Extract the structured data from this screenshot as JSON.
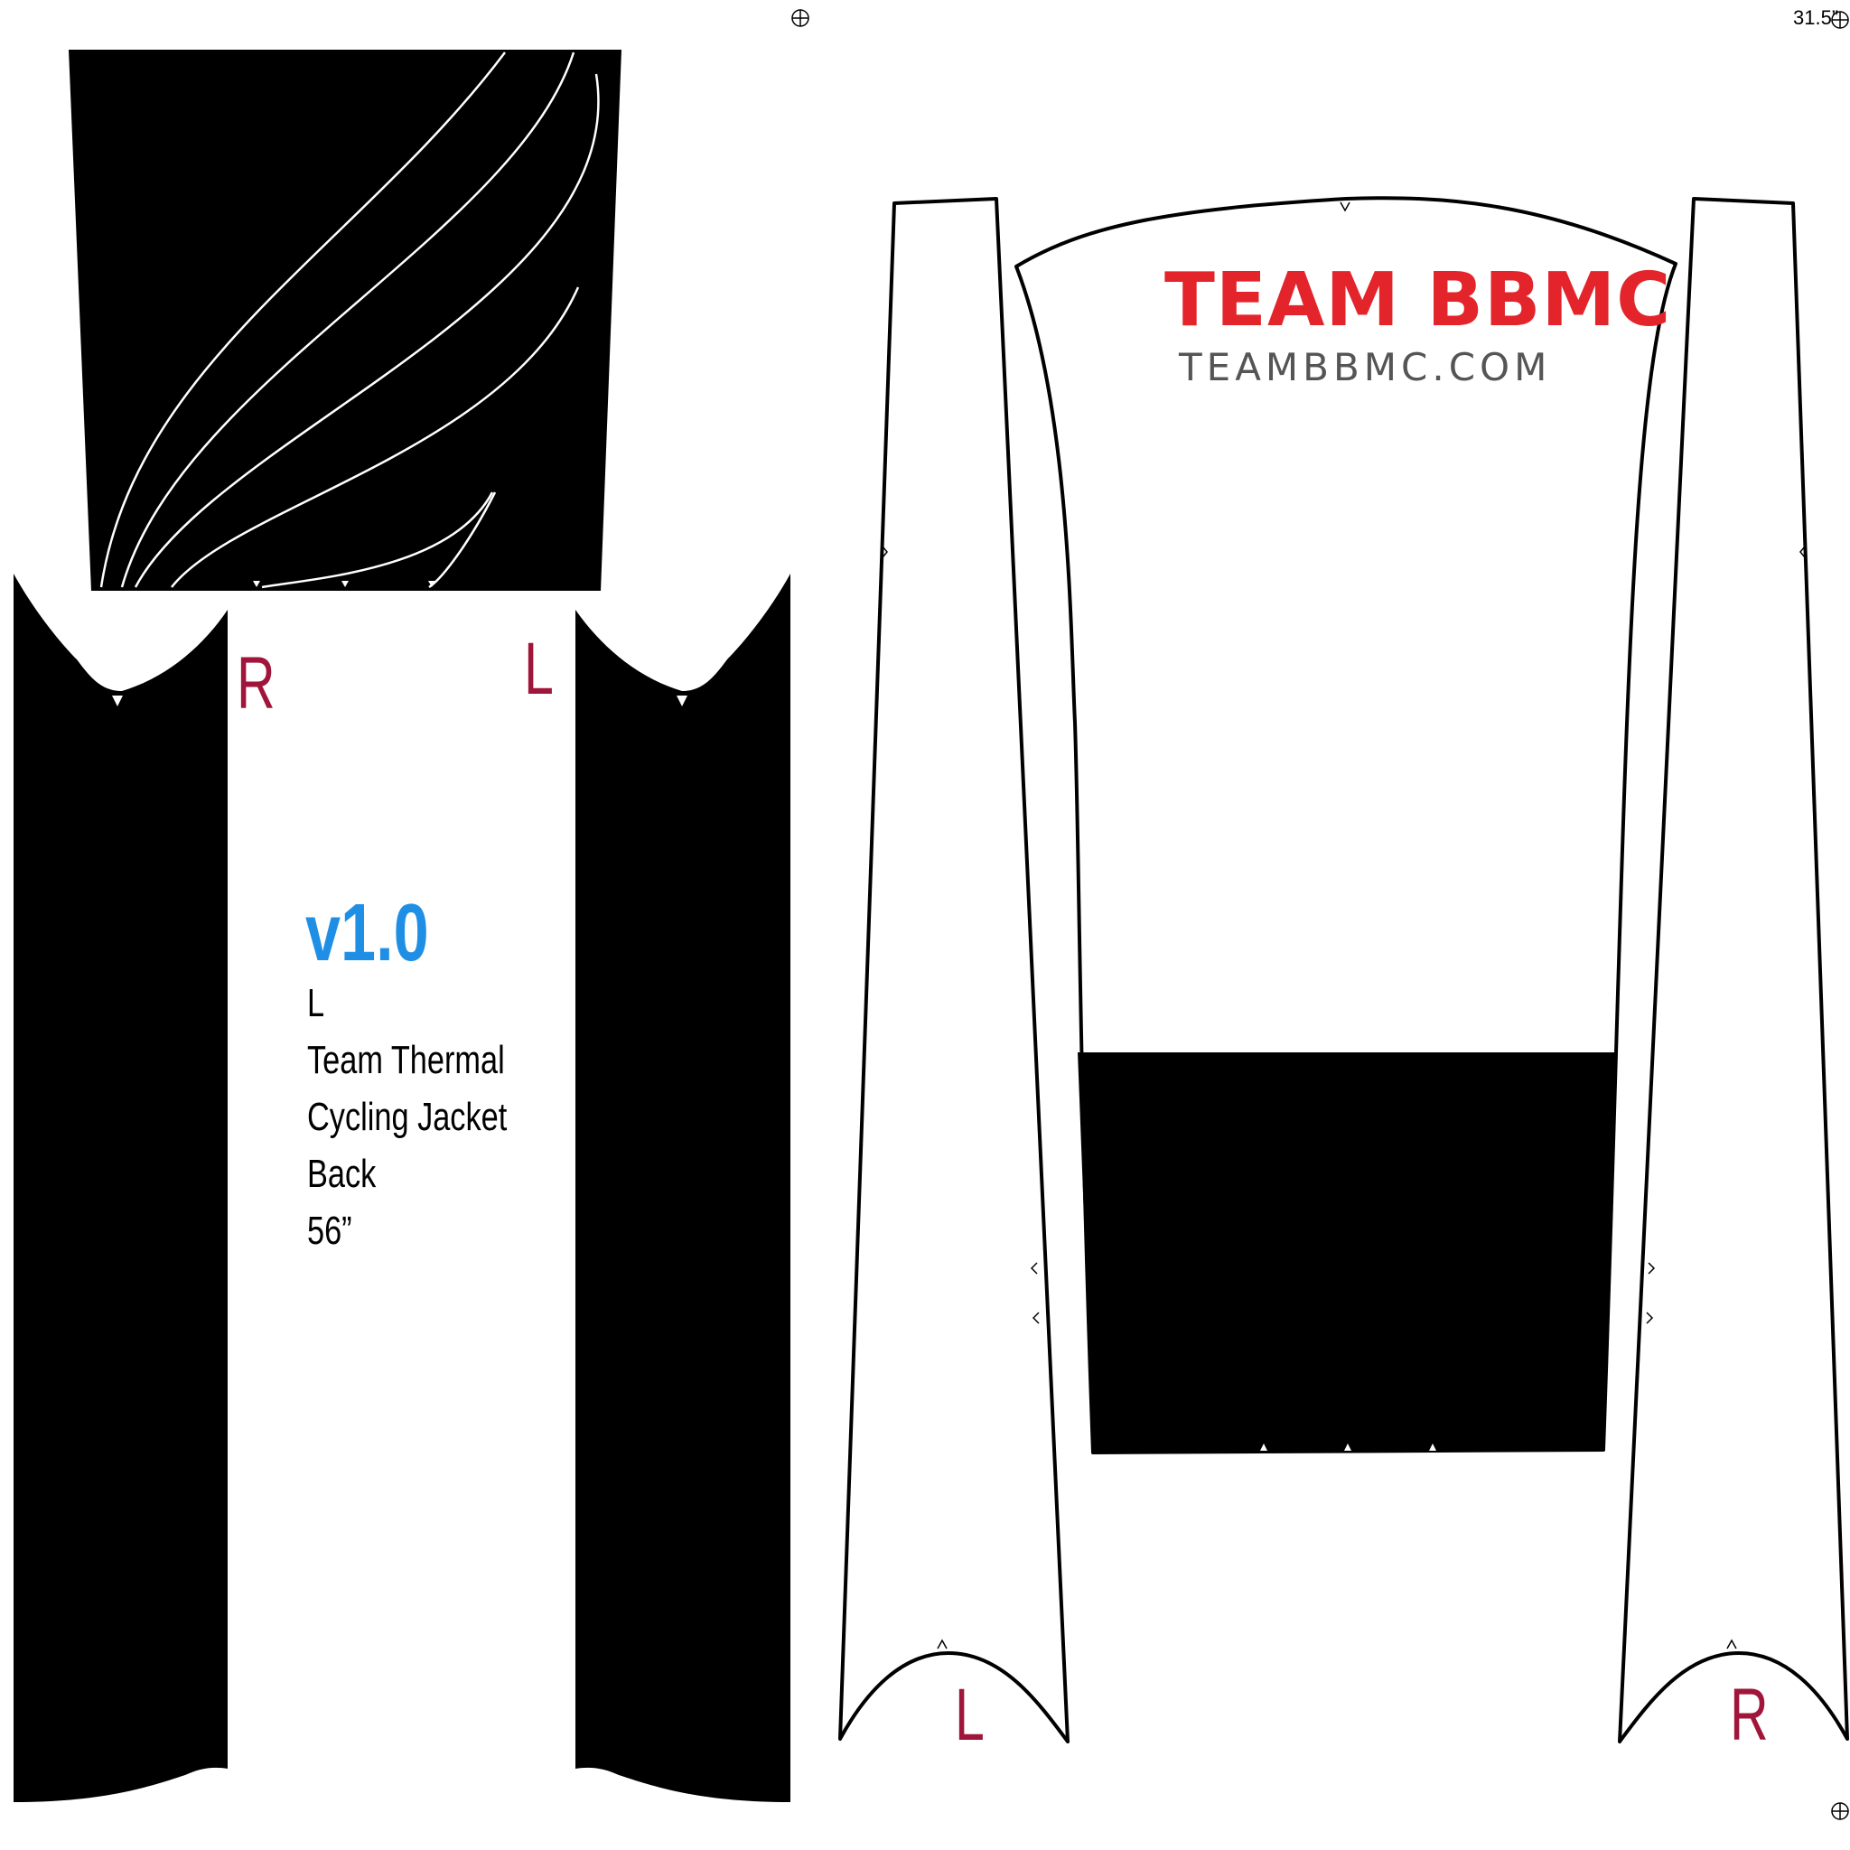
{
  "labels": {
    "back_left_panel": "R",
    "back_right_panel": "L",
    "sleeve_left": "L",
    "sleeve_right": "R"
  },
  "info": {
    "version": "v1.0",
    "size": "L",
    "product_line1": "Team Thermal",
    "product_line2": "Cycling Jacket",
    "part": "Back",
    "length": "56”"
  },
  "branding": {
    "team_name": "TEAM BBMC",
    "team_url": "TEAMBBMC.COM"
  },
  "sheet": {
    "width_marker": "31.5”"
  },
  "colors": {
    "panel_fill": "#000000",
    "label_red": "#a0163a",
    "version_blue": "#1f8fe5",
    "brand_red": "#e3242b",
    "brand_gray": "#555555"
  }
}
